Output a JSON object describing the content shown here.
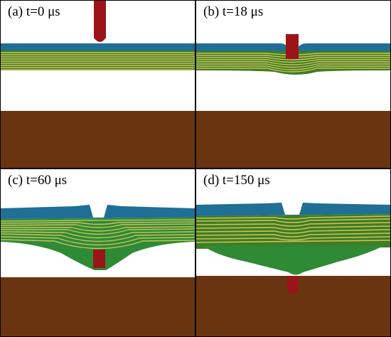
{
  "panels": [
    {
      "label": "(a) t=0 μs"
    },
    {
      "label": "(b) t=18 μs"
    },
    {
      "label": "(c) t=60 μs"
    },
    {
      "label": "(d) t=150 μs"
    }
  ],
  "colors": {
    "background": "#ffffff",
    "cover_plate": "#1f6f96",
    "laminate_green": "#3f7d22",
    "laminate_yellow": "#c9c25a",
    "backing_plate": "#6b3410",
    "projectile": "#9a1418",
    "deformed_green": "#2f8a35"
  }
}
